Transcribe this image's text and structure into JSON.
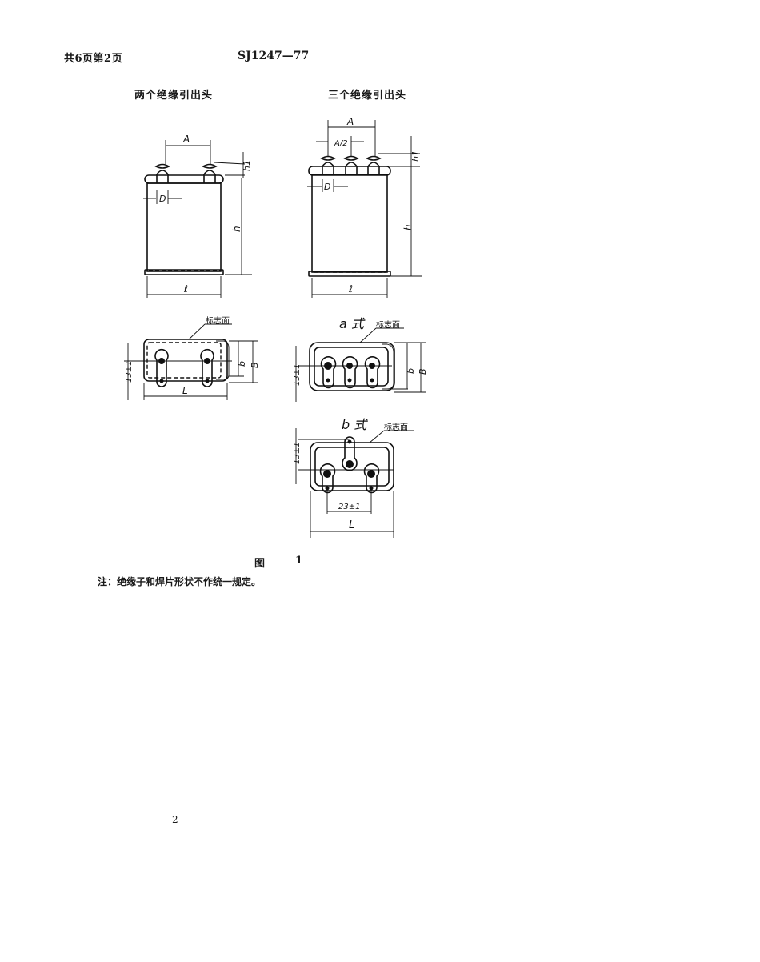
{
  "header": {
    "page_info": "共6页第2页",
    "standard_code": "SJ1247—77"
  },
  "columns": {
    "left_title": "两个绝缘引出头",
    "right_title": "三个绝缘引出头"
  },
  "drawings": {
    "two_terminal_side": {
      "dim_A": "A",
      "dim_h1": "h1",
      "dim_h": "h",
      "dim_D": "D",
      "dim_l": "ℓ"
    },
    "three_terminal_side": {
      "dim_A": "A",
      "dim_A_half": "A/2",
      "dim_h1": "h1",
      "dim_h": "h",
      "dim_D": "D",
      "dim_l": "ℓ"
    },
    "two_terminal_top": {
      "marking_label": "标志面",
      "dim_13": "13±1",
      "dim_b": "b",
      "dim_B": "B",
      "dim_L": "L"
    },
    "type_a_top": {
      "type_label": "a 式",
      "marking_label": "标志面",
      "dim_13": "13±1",
      "dim_b": "b",
      "dim_B": "B"
    },
    "type_b_top": {
      "type_label": "b 式",
      "marking_label": "标志面",
      "dim_13": "13±1",
      "dim_23": "23±1",
      "dim_L": "L"
    }
  },
  "figure": {
    "label": "图",
    "number": "1"
  },
  "note": "注：绝缘子和焊片形状不作统一规定。",
  "footer": {
    "page_number": "2"
  }
}
